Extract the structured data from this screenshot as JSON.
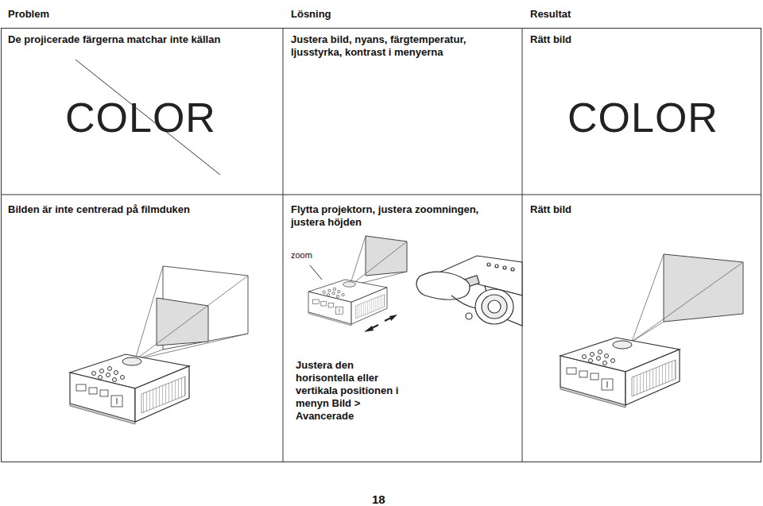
{
  "diagram": {
    "labels": [
      "Problem",
      "Lösning",
      "Resultat",
      "De projicerade färgerna matchar inte källan",
      "Justera bild, nyans, färgtemperatur, ljusstyrka, kontrast i menyerna",
      "Rätt bild",
      "COLOR",
      "COLOR",
      "Bilden är inte centrerad på filmduken",
      "Flytta projektorn, justera zoomningen, justera höjden",
      "Rätt bild",
      "zoom",
      "Justera den horisontella eller vertikala positionen i menyn Bild > Avancerade",
      "18"
    ]
  }
}
